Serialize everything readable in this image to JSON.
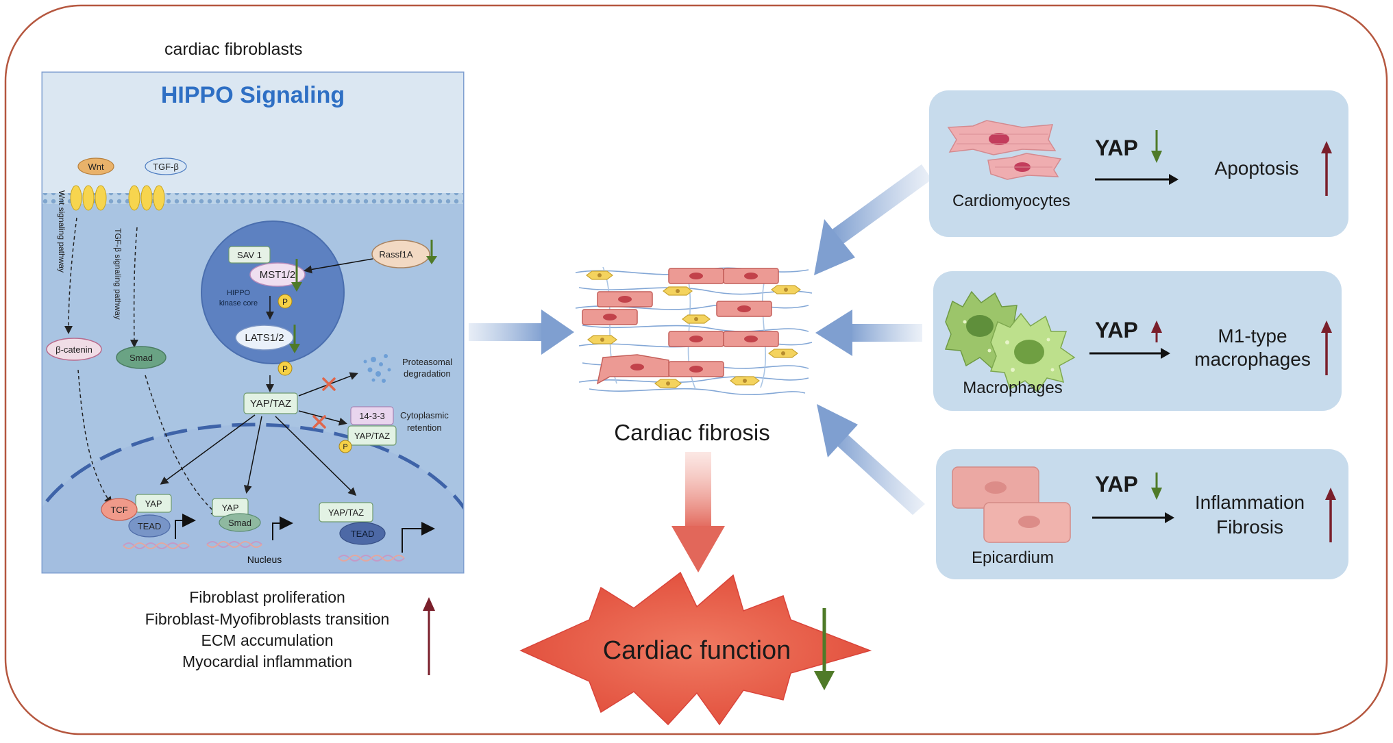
{
  "fibroblast": {
    "caption": "cardiac fibroblasts",
    "panel_title": "HIPPO Signaling",
    "wnt": "Wnt",
    "tgfb": "TGF-β",
    "wnt_pathway": "Wnt signaling pathway",
    "tgfb_pathway": "TGF-β signaling pathway",
    "beta_catenin": "β-catenin",
    "smad": "Smad",
    "sav1": "SAV 1",
    "mst": "MST1/2",
    "kinase_core_1": "HIPPO",
    "kinase_core_2": "kinase core",
    "lats": "LATS1/2",
    "rassf1a": "Rassf1A",
    "p": "P",
    "yaptaz": "YAP/TAZ",
    "proteasomal_1": "Proteasomal",
    "proteasomal_2": "degradation",
    "p1433": "14-3-3",
    "cyto_1": "Cytoplasmic",
    "cyto_2": "retention",
    "tcf": "TCF",
    "yap": "YAP",
    "tead": "TEAD",
    "nucleus": "Nucleus"
  },
  "outcomes": {
    "line1": "Fibroblast proliferation",
    "line2": "Fibroblast-Myofibroblasts transition",
    "line3": "ECM accumulation",
    "line4": "Myocardial inflammation"
  },
  "center": {
    "fibrosis_label": "Cardiac fibrosis",
    "function_label": "Cardiac function"
  },
  "right_panels": [
    {
      "cell": "Cardiomyocytes",
      "gene": "YAP",
      "yap_dir": "down",
      "effect_lines": [
        "Apoptosis"
      ],
      "effect_dir": "up"
    },
    {
      "cell": "Macrophages",
      "gene": "YAP",
      "yap_dir": "up",
      "effect_lines": [
        "M1-type",
        "macrophages"
      ],
      "effect_dir": "up"
    },
    {
      "cell": "Epicardium",
      "gene": "YAP",
      "yap_dir": "down",
      "effect_lines": [
        "Inflammation",
        "Fibrosis"
      ],
      "effect_dir": "up"
    }
  ],
  "colors": {
    "border": "#b5573f",
    "panel_blue": "#c7dbec",
    "hippo_title": "#2e6fc4",
    "up_arrow": "#7a1f2b",
    "down_arrow": "#4f7a28",
    "burst": "#e8604c"
  }
}
